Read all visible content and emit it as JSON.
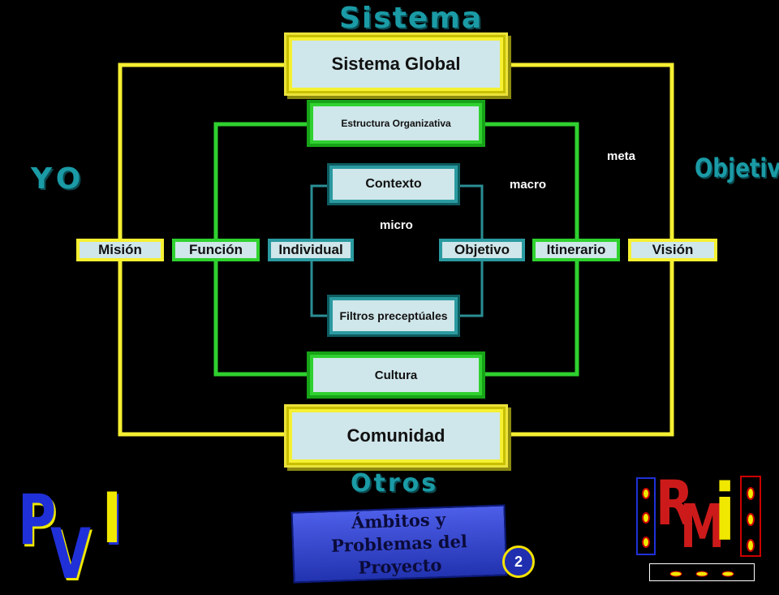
{
  "headings": {
    "sistema": "Sistema",
    "yo": "YO",
    "objetivos": "Objetivos",
    "otros": "Otros"
  },
  "boxes": {
    "sistema_global": "Sistema Global",
    "estructura": "Estructura Organizativa",
    "contexto": "Contexto",
    "filtros": "Filtros preceptúales",
    "cultura": "Cultura",
    "comunidad": "Comunidad"
  },
  "row": {
    "mision": "Misión",
    "funcion": "Función",
    "individual": "Individual",
    "objetivo": "Objetivo",
    "itinerario": "Itinerario",
    "vision": "Visión"
  },
  "labels": {
    "meta": "meta",
    "macro": "macro",
    "micro": "micro"
  },
  "footer": {
    "ambitos": "Ámbitos y Problemas del Proyecto",
    "badge": "2",
    "logo_p": "P",
    "logo_v": "V",
    "logo_i": "I",
    "logo_r": "R",
    "logo_m": "M",
    "logo_i2": "i"
  },
  "colors": {
    "outer_frame": "#f5f032",
    "middle_frame": "#2fd12f",
    "inner_frame": "#2a9aa0",
    "heading": "#1a9ba6"
  }
}
